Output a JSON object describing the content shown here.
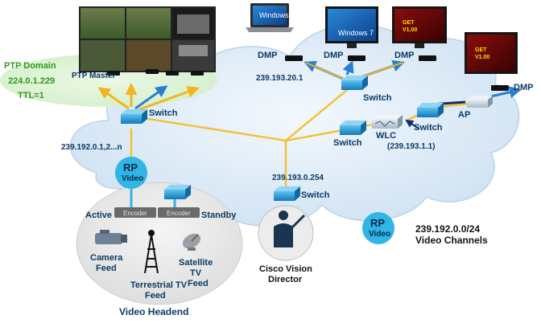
{
  "ptp": {
    "domain": "PTP Domain",
    "address": "224.0.1.229",
    "ttl": "TTL=1",
    "master": "PTP Master"
  },
  "devices": {
    "dmp": "DMP",
    "switch": "Switch",
    "wlc": "WLC",
    "ap": "AP",
    "encoder": "Encoder"
  },
  "addresses": {
    "dmp_group": "239.193.20.1",
    "headend_group": "239.192.0.1,2...n",
    "director_addr": "239.193.0.254",
    "wlc_addr": "(239.193.1.1)"
  },
  "rp": {
    "title": "RP",
    "subtitle": "Video"
  },
  "encoders": {
    "active": "Active",
    "standby": "Standby"
  },
  "sources": {
    "camera_line1": "Camera",
    "camera_line2": "Feed",
    "satellite_line1": "Satellite",
    "satellite_line2": "TV",
    "satellite_line3": "Feed",
    "terrestrial_line1": "Terrestrial TV",
    "terrestrial_line2": "Feed"
  },
  "headend": {
    "title": "Video Headend"
  },
  "director": {
    "line1": "Cisco Vision",
    "line2": "Director"
  },
  "legend": {
    "range": "239.192.0.0/24",
    "label": "Video Channels"
  },
  "screens": {
    "windows": "Windows 7",
    "game_title": "GET",
    "game_sub": "V1.00"
  },
  "colors": {
    "cloud": "#dbe9f6",
    "link_yellow": "#f2c12e",
    "link_blue": "#1f4f9a",
    "switch_blue": "#1a9ad6",
    "rp_cyan": "#2fb5e6",
    "ptp_green": "#2e9b1e"
  }
}
